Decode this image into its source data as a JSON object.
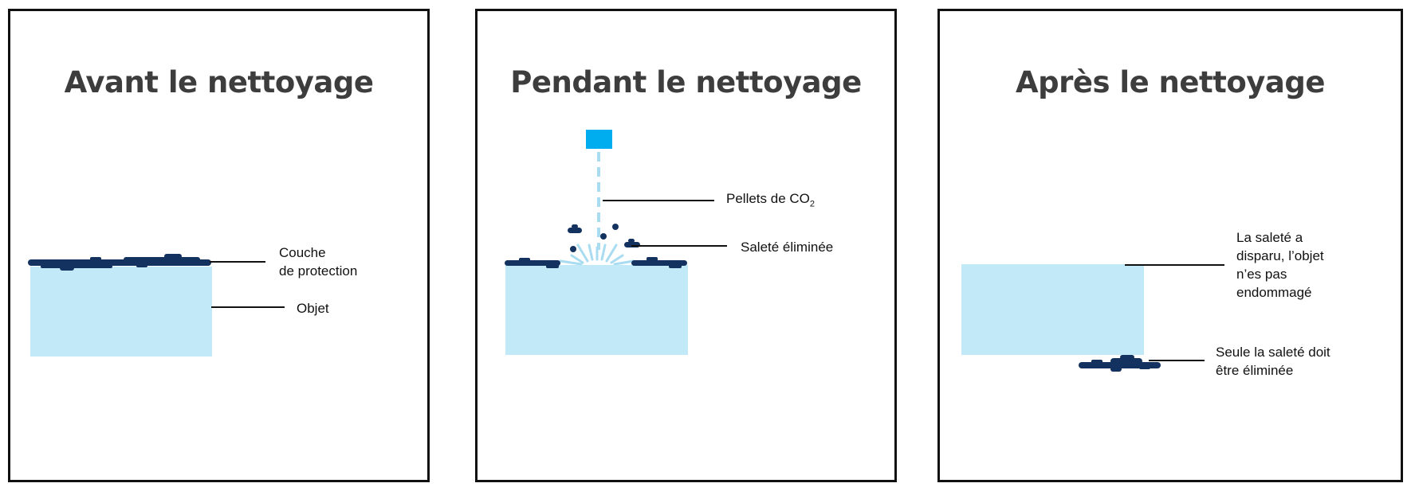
{
  "colors": {
    "object": "#c2e9f8",
    "dirt": "#14325f",
    "nozzle": "#00aeef",
    "pellet": "#a9dcf1",
    "title": "#3d3d3d",
    "border": "#111111"
  },
  "panels": [
    {
      "title": "Avant le nettoyage",
      "labels": {
        "coating_line1": "Couche",
        "coating_line2": "de protection",
        "object": "Objet"
      }
    },
    {
      "title": "Pendant le nettoyage",
      "labels": {
        "pellets_prefix": "Pellets de CO",
        "pellets_sub": "2",
        "dirt_removed": "Saleté éliminée"
      }
    },
    {
      "title": "Après le nettoyage",
      "labels": {
        "undamaged_1": "La saleté a",
        "undamaged_2": "disparu, l’objet",
        "undamaged_3": "n’es pas",
        "undamaged_4": "endommagé",
        "only_dirt_1": "Seule la saleté doit",
        "only_dirt_2": "être éliminée"
      }
    }
  ]
}
